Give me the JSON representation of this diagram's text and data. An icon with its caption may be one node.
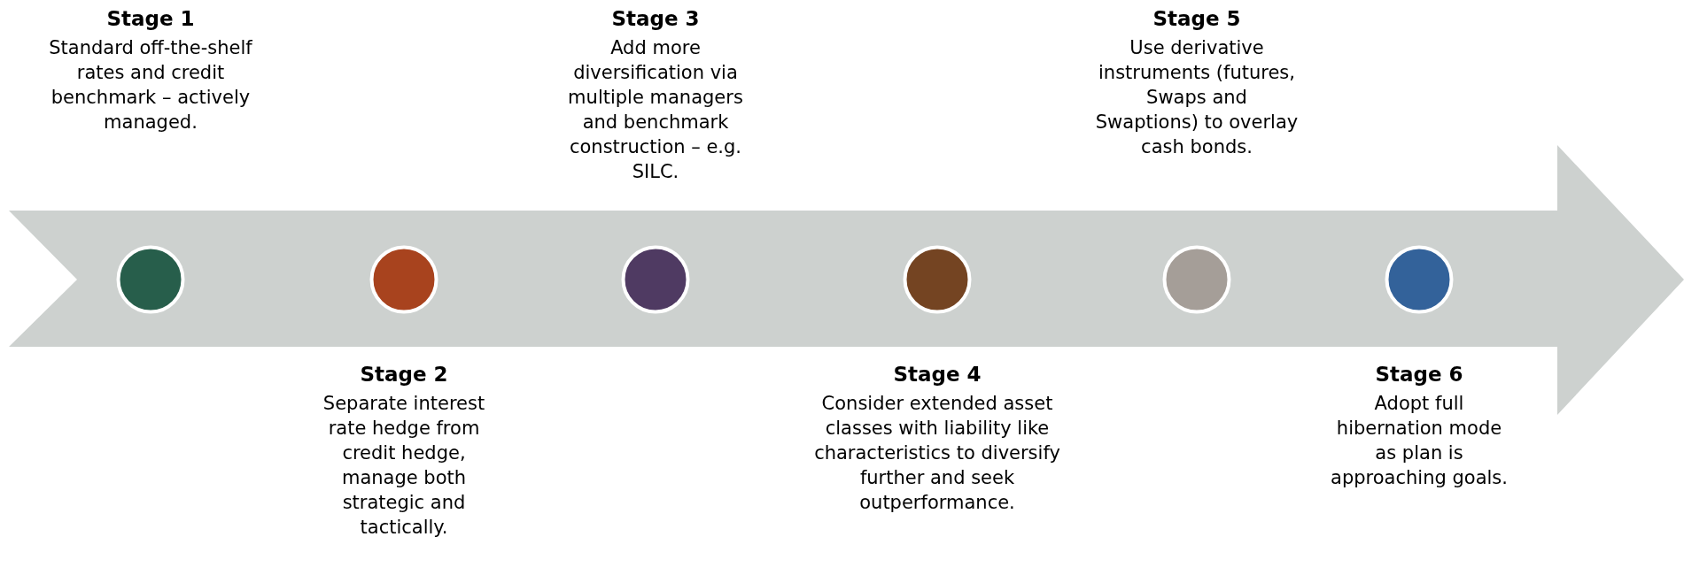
{
  "diagram": {
    "nodes": [
      {
        "text": [],
        "shape": "circle",
        "beside": [
          "Stage 1",
          "Standard off-the-shelf rates and credit benchmark – actively managed."
        ]
      },
      {
        "text": [],
        "shape": "circle",
        "beside": [
          "Stage 2",
          "Separate interest rate hedge from credit hedge, manage both strategic and tactically."
        ]
      },
      {
        "text": [],
        "shape": "circle",
        "beside": [
          "Stage 3",
          "Add more diversification via multiple managers and benchmark construction – e.g. SILC."
        ]
      },
      {
        "text": [],
        "shape": "circle",
        "beside": [
          "Stage 4",
          "Consider extended asset classes with liability like characteristics to diversify further and seek outperformance."
        ]
      },
      {
        "text": [],
        "shape": "circle",
        "beside": [
          "Stage 5",
          "Use derivative instruments (futures, Swaps and Swaptions) to overlay cash bonds."
        ]
      },
      {
        "text": [],
        "shape": "circle",
        "beside": [
          "Stage 6",
          "Adopt full hibernation mode as plan is approaching goals."
        ]
      }
    ]
  }
}
